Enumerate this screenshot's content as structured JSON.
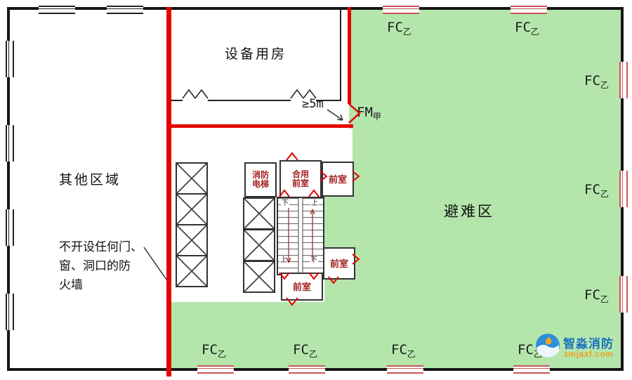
{
  "colors": {
    "firewall_red": "#e60000",
    "refuge_green": "#b4e6ac",
    "window_red": "#cc5555",
    "brand_blue": "#1a6fc0",
    "brand_orange": "#f0a020"
  },
  "labels": {
    "equipment_room": "设备用房",
    "other_area": "其他区域",
    "refuge_area": "避难区",
    "note_line1": "不开设任何门、",
    "note_line2": "窗、洞口的防",
    "note_line3": "火墙",
    "distance": "≥5m",
    "fm": {
      "main": "FM",
      "sub": "甲"
    },
    "fc": {
      "main": "FC",
      "sub": "乙"
    },
    "fire_elevator_line1": "消防",
    "fire_elevator_line2": "电梯",
    "shared_lobby_line1": "合用",
    "shared_lobby_line2": "前室",
    "lobby": "前室",
    "up": "上",
    "down": "下"
  },
  "watermark": {
    "brand": "智淼消防",
    "site": "zmjaxf.com"
  }
}
